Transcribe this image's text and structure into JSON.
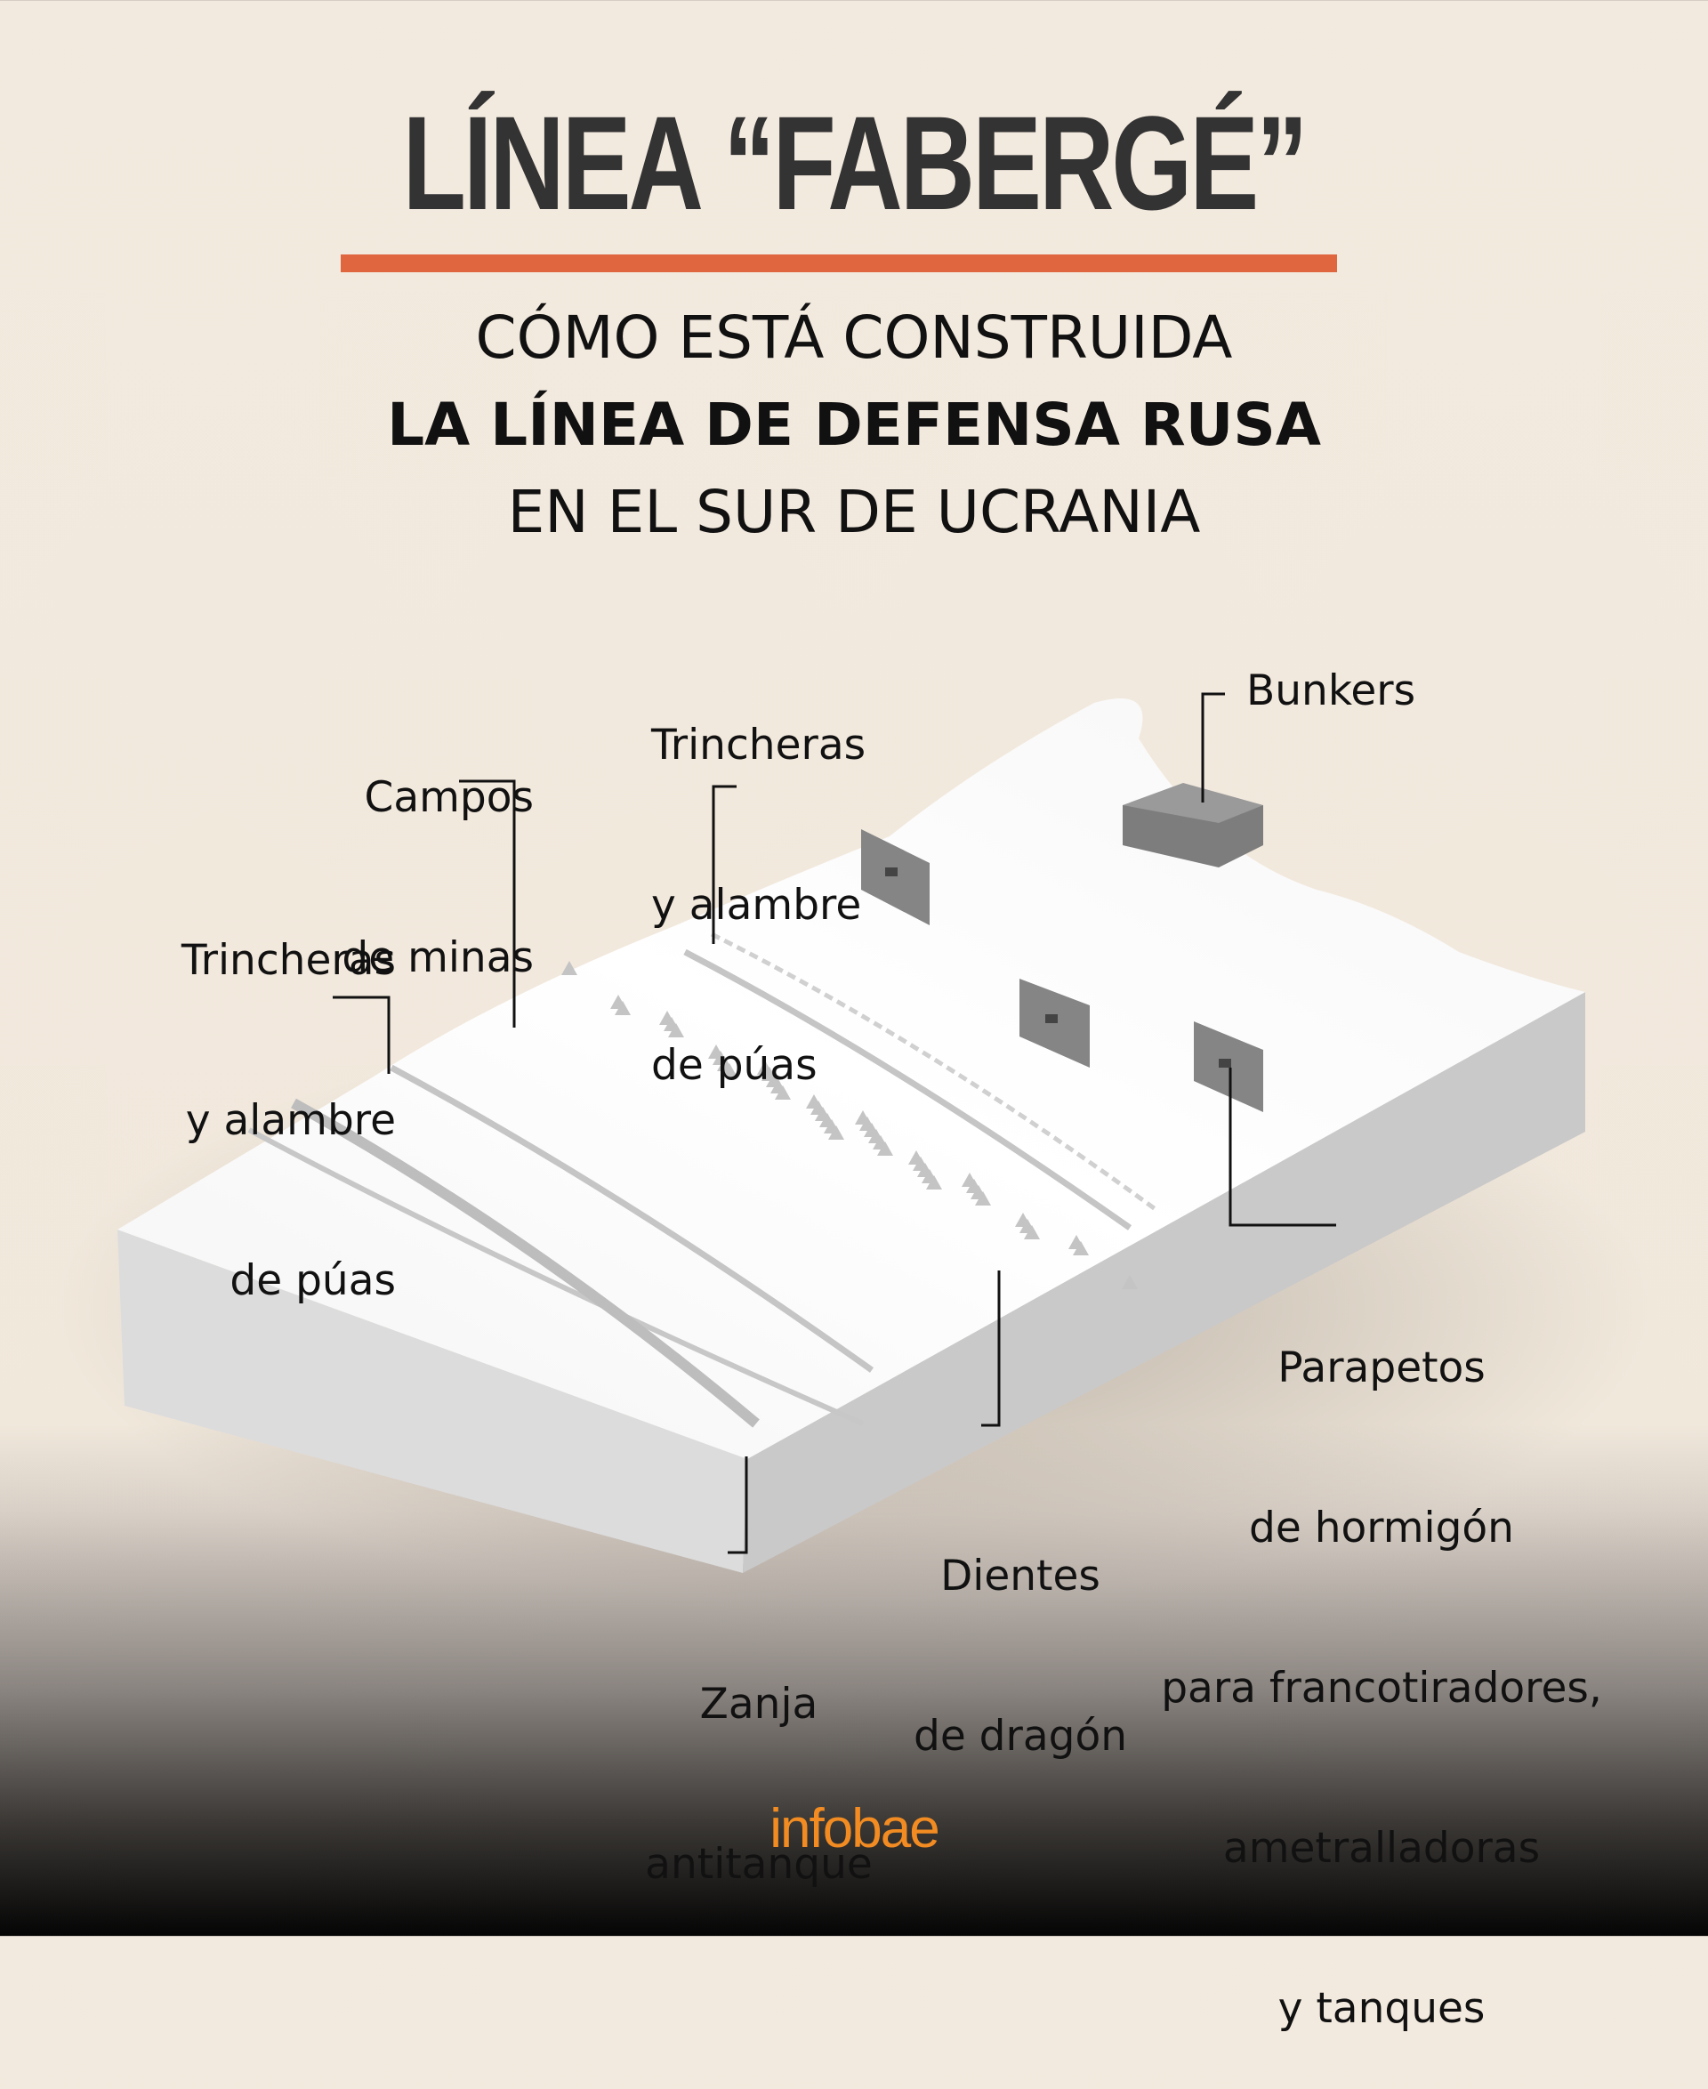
{
  "header": {
    "title": "LÍNEA “FABERGÉ”",
    "subtitle_line1": "CÓMO ESTÁ CONSTRUIDA",
    "subtitle_line2": "LA LÍNEA  DE DEFENSA RUSA",
    "subtitle_line3": "EN EL SUR DE UCRANIA",
    "accent_color": "#e0663f"
  },
  "labels": {
    "campos": [
      "Campos",
      "de minas"
    ],
    "trincheras_top": [
      "Trincheras",
      "y alambre",
      "de púas"
    ],
    "bunkers": "Bunkers",
    "trincheras_left": [
      "Trincheras",
      "y alambre",
      "de púas"
    ],
    "parapetos": [
      "Parapetos",
      "de hormigón",
      "para francotiradores,",
      "ametralladoras",
      "y tanques"
    ],
    "dientes": [
      "Dientes",
      "de dragón"
    ],
    "zanja": [
      "Zanja",
      "antitanque"
    ]
  },
  "footer": {
    "logo": "infobae",
    "logo_color": "#f28c22"
  }
}
